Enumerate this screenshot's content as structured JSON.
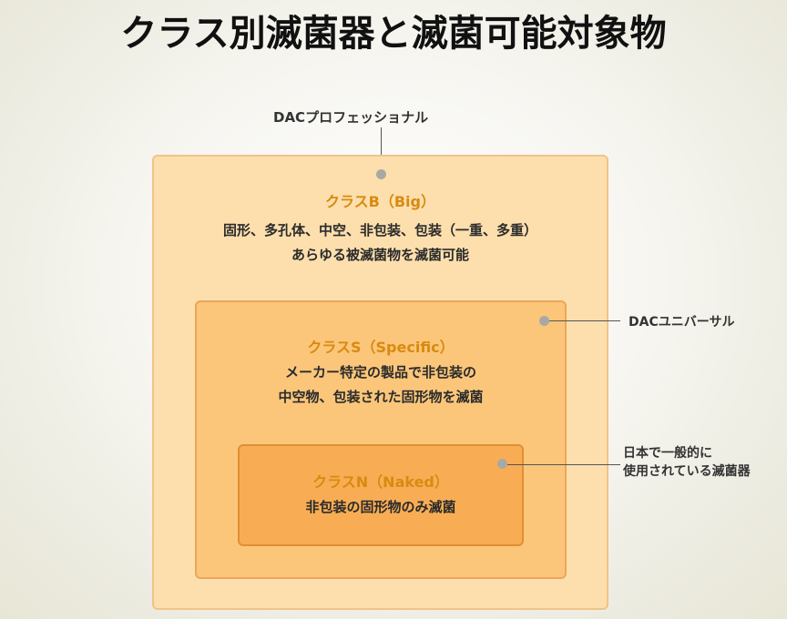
{
  "title": "クラス別滅菌器と滅菌可能対象物",
  "top_label": "DACプロフェッショナル",
  "classes": {
    "b": {
      "name": "クラスB（Big）",
      "desc_line1": "固形、多孔体、中空、非包装、包装（一重、多重）",
      "desc_line2": "あらゆる被滅菌物を滅菌可能"
    },
    "s": {
      "name": "クラスS（Specific）",
      "desc_line1": "メーカー特定の製品で非包装の",
      "desc_line2": "中空物、包装された固形物を滅菌",
      "side_label": "DACユニバーサル"
    },
    "n": {
      "name": "クラスN（Naked）",
      "desc_line1": "非包装の固形物のみ滅菌",
      "side_label_line1": "日本で一般的に",
      "side_label_line2": "使用されている滅菌器"
    }
  },
  "colors": {
    "outer_box": "#fddfae",
    "middle_box": "#fbc67a",
    "inner_box": "#f8ad54",
    "class_title": "#d98a10",
    "dot": "#a9a9a4"
  }
}
